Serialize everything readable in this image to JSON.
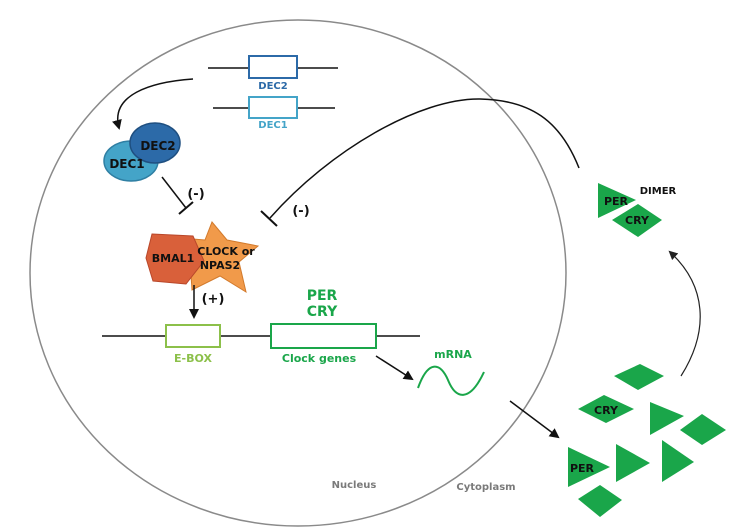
{
  "genes": {
    "dec2": "DEC2",
    "dec1": "DEC1"
  },
  "proteins": {
    "dec2": "DEC2",
    "dec1": "DEC1",
    "bmal1": "BMAL1",
    "clock_line1": "CLOCK or",
    "clock_line2": "NPAS2"
  },
  "regulation": {
    "dec_inhibition": "(-)",
    "dimer_inhibition": "(-)",
    "activation": "(+)"
  },
  "dna": {
    "ebox": "E-BOX",
    "clock_genes": "Clock genes",
    "per_label": "PER",
    "cry_label": "CRY"
  },
  "mrna": "mRNA",
  "cytoplasm_proteins": {
    "cry": "CRY",
    "per": "PER"
  },
  "dimer": {
    "title": "DIMER",
    "per": "PER",
    "cry": "CRY"
  },
  "compartments": {
    "nucleus": "Nucleus",
    "cytoplasm": "Cytoplasm"
  },
  "colors": {
    "green": "#1aa64a",
    "ebox_green": "#8cc04a",
    "dec_blue": "#2c6aa8",
    "dec_light_blue": "#44a4c8",
    "bmal1": "#d9603a",
    "clock": "#f19a4a"
  }
}
